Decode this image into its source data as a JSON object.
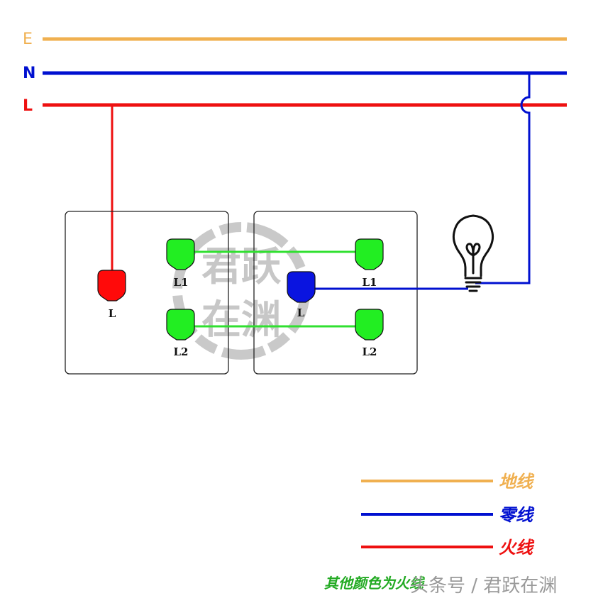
{
  "colors": {
    "earth": "#f0b050",
    "neutral": "#0010d0",
    "live": "#ee1010",
    "traveler": "#30e030",
    "terminal_green": "#22ee22",
    "terminal_red": "#ff0a0a",
    "terminal_blue": "#0a14e0",
    "stamp": "#b0b0b0"
  },
  "bus_lines": [
    {
      "id": "earth",
      "label": "E"
    },
    {
      "id": "neutral",
      "label": "N"
    },
    {
      "id": "live",
      "label": "L"
    }
  ],
  "switch_1": {
    "name": "two-way switch 1",
    "terminals": [
      {
        "id": "common",
        "label": "L",
        "color": "terminal_red"
      },
      {
        "id": "l1",
        "label": "L1",
        "color": "terminal_green"
      },
      {
        "id": "l2",
        "label": "L2",
        "color": "terminal_green"
      }
    ]
  },
  "switch_2": {
    "name": "two-way switch 2",
    "terminals": [
      {
        "id": "common",
        "label": "L",
        "color": "terminal_blue"
      },
      {
        "id": "l1",
        "label": "L1",
        "color": "terminal_green"
      },
      {
        "id": "l2",
        "label": "L2",
        "color": "terminal_green"
      }
    ]
  },
  "lamp": {
    "icon": "light-bulb-icon"
  },
  "legend": [
    {
      "id": "earth",
      "label": "地线"
    },
    {
      "id": "neutral",
      "label": "零线"
    },
    {
      "id": "live",
      "label": "火线"
    }
  ],
  "watermark": {
    "colored_text": "其他颜色为火线",
    "source_text": "头条号 / 君跃在渊",
    "stamp_text": "君跃在渊"
  }
}
